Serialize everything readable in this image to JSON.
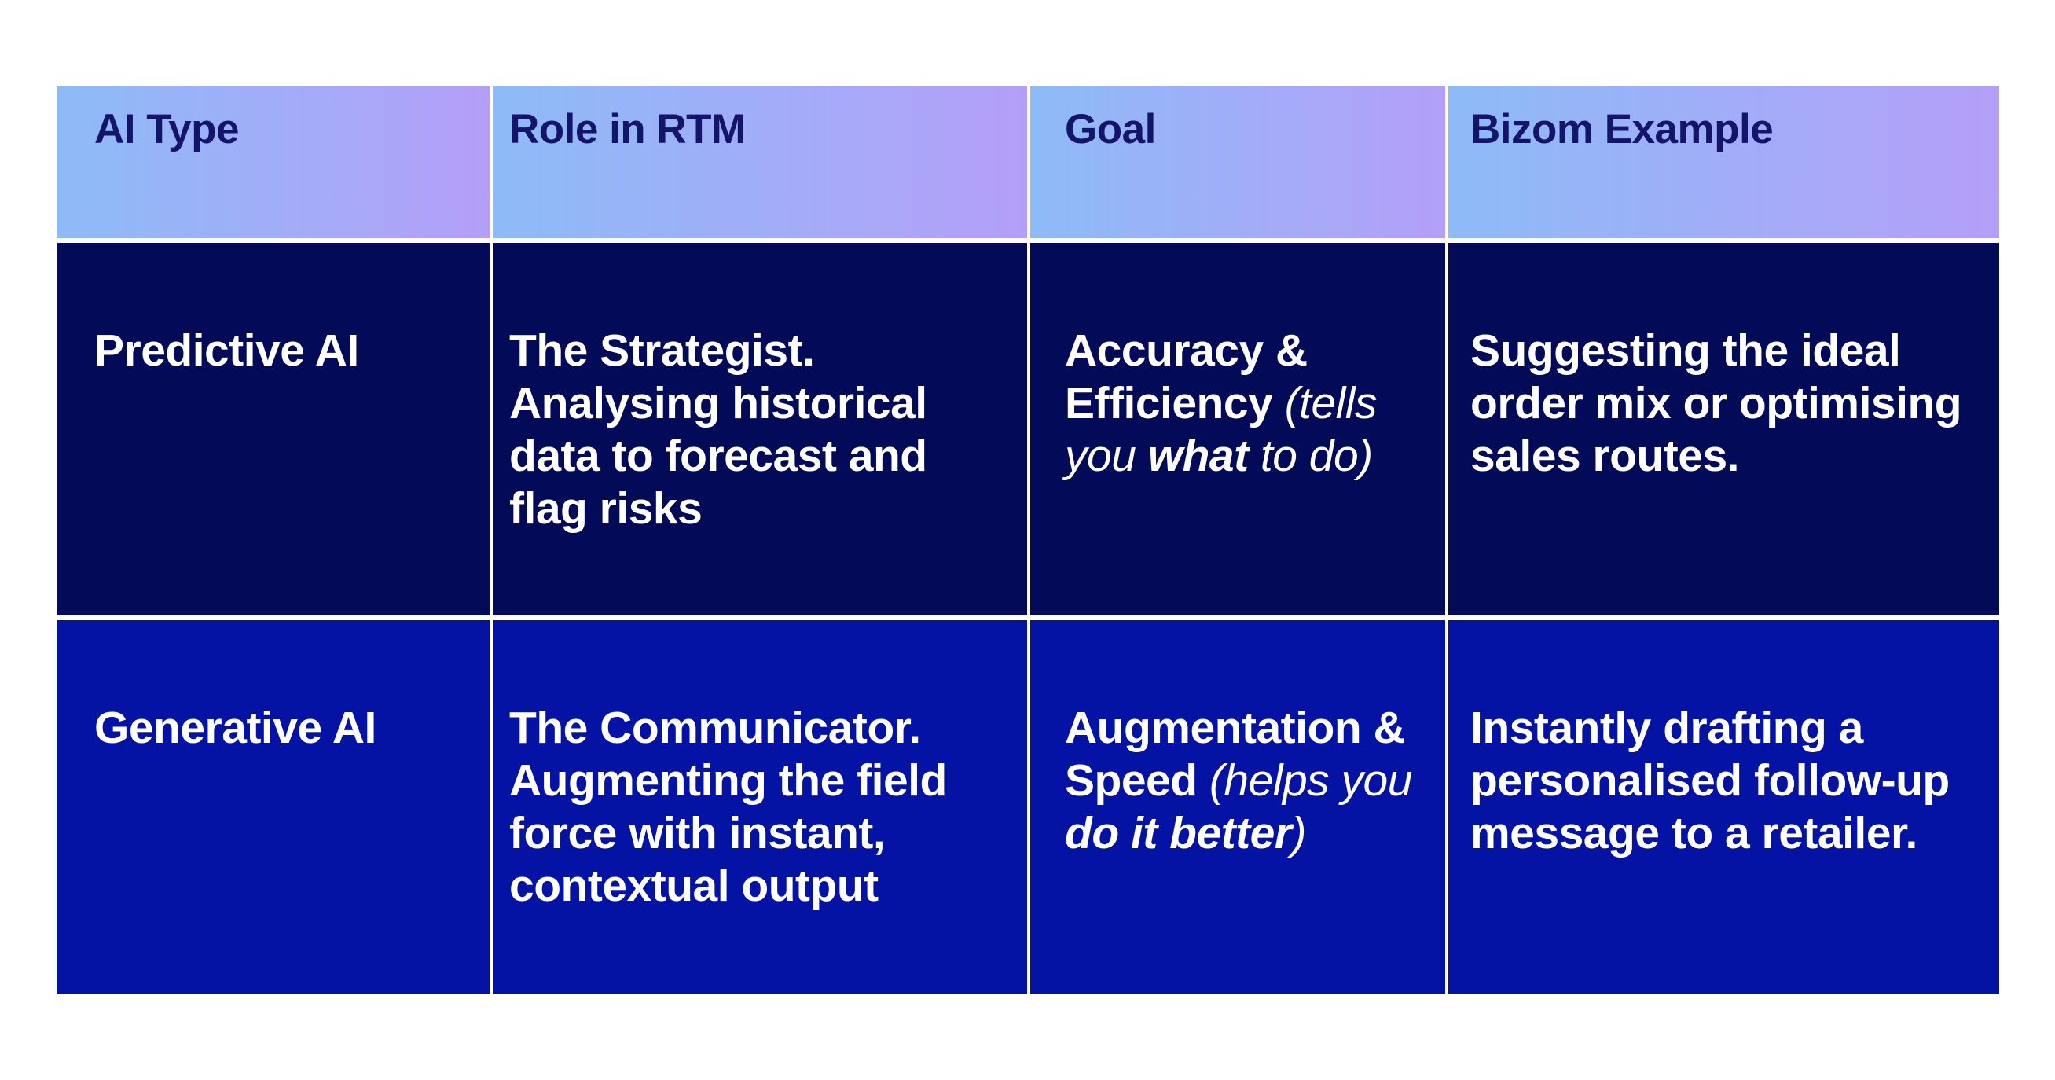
{
  "table": {
    "columns": [
      {
        "label": "AI Type"
      },
      {
        "label": "Role in RTM"
      },
      {
        "label": "Goal"
      },
      {
        "label": "Bizom Example"
      }
    ],
    "rows": [
      {
        "ai_type": "Predictive AI",
        "role_in_rtm": "The Strategist. Analysing historical data to forecast and flag risks",
        "goal_segments": [
          {
            "text": "Accuracy & Efficiency ",
            "style": "bold"
          },
          {
            "text": "(tells you ",
            "style": "italic"
          },
          {
            "text": "what",
            "style": "bold-italic"
          },
          {
            "text": " to do)",
            "style": "italic"
          }
        ],
        "bizom_example": "Suggesting the ideal order mix or optimising sales routes."
      },
      {
        "ai_type": "Generative AI",
        "role_in_rtm": "The Communicator. Augmenting the field force with instant, contextual output",
        "goal_segments": [
          {
            "text": "Augmentation & Speed ",
            "style": "bold"
          },
          {
            "text": "(helps you ",
            "style": "italic"
          },
          {
            "text": "do it better",
            "style": "bold-italic"
          },
          {
            "text": ")",
            "style": "italic"
          }
        ],
        "bizom_example": "Instantly drafting a personalised follow-up message to a retailer."
      }
    ]
  },
  "colors": {
    "header_gradient_start": "#8dbbf7",
    "header_gradient_end": "#b49ff8",
    "header_text": "#13146a",
    "row_predictive_bg": "#030a58",
    "row_generative_bg": "#0513a4",
    "body_text": "#ffffff",
    "grid_line": "#ffffff",
    "page_bg": "#ffffff"
  }
}
